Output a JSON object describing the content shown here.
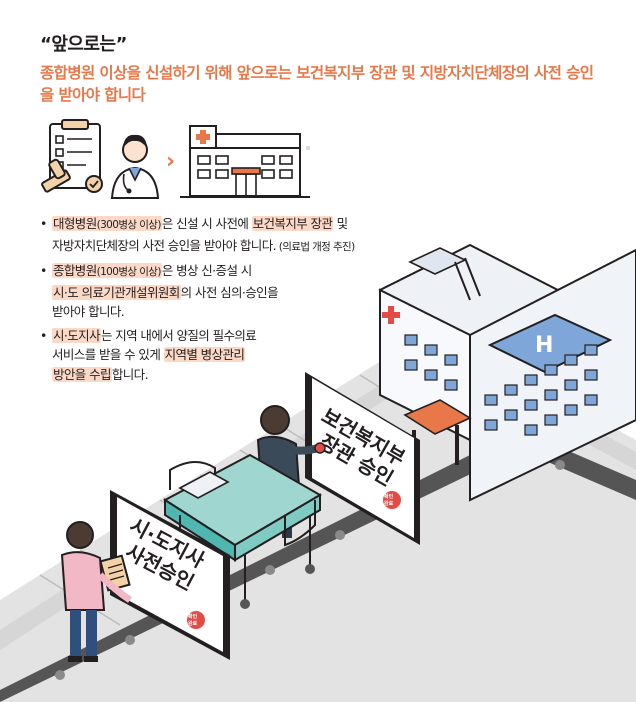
{
  "heading": "“앞으로는”",
  "subtitle": "종합병원 이상을 신설하기 위해 앞으로는 보건복지부 장관 및 지방자치단체장의 사전 승인을 받아야 합니다",
  "icons": {
    "left": "checklist-doctor-stamp-icon",
    "arrow": "chevron-right-icon",
    "right": "hospital-building-icon"
  },
  "bullets": [
    {
      "hl1": "대형병원",
      "hl1_note": "(300병상 이상)",
      "t1": "은 신설 시 사전에 ",
      "hl2": "보건복지부 장관",
      "t2": " 및",
      "t3": "자방자치단체장의 사전 승인을 받아야 합니다.",
      "note": " (의료법 개정 추진)"
    },
    {
      "hl1": "종합병원",
      "hl1_note": "(100병상 이상)",
      "t1": "은 병상 신·증설 시",
      "hl2": "시·도 의료기관개설위원회",
      "t2": "의 사전 심의·승인을",
      "t3": "받아야 합니다."
    },
    {
      "hl1": "시·도지사",
      "t1": "는 지역 내에서 양질의 필수의료",
      "t2": "서비스를 받을 수 있게 ",
      "hl2": "지역별 병상관리",
      "hl3": "방안을 수립",
      "t3": "합니다."
    }
  ],
  "signs": {
    "front_line1": "시·도지사",
    "front_line2": "사전승인",
    "back_line1": "보건복지부",
    "back_line2": "장관 승인",
    "stamp_line1": "확인",
    "stamp_line2": "완료"
  },
  "colors": {
    "accent": "#e8784a",
    "highlight": "#fcd9c6",
    "teal": "#4fb7b0",
    "hospital_blue": "#7ea6d9",
    "stamp_red": "#e34b45"
  }
}
